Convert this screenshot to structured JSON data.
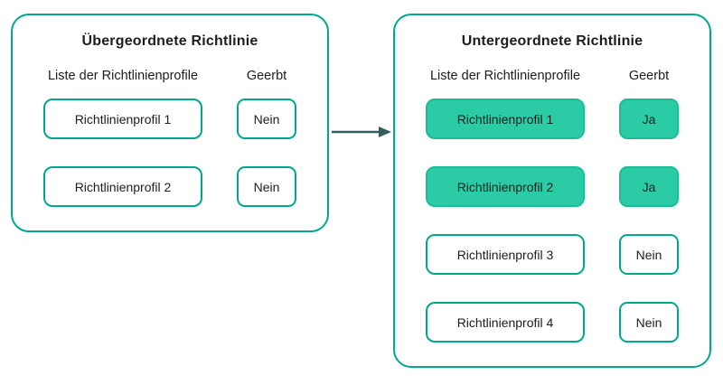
{
  "diagram": {
    "colors": {
      "outline_teal": "#00a88b",
      "fill_teal": "#2bcba6",
      "arrow_dark": "#315d5b",
      "text_dark": "#1d1d1b",
      "background": "#ffffff"
    },
    "arrow_icon_name": "right-arrow-icon",
    "panels": [
      {
        "title": "Übergeordnete Richtlinie",
        "columns": {
          "profiles": "Liste der Richtlinienprofile",
          "inherited": "Geerbt"
        },
        "rows": [
          {
            "profile": "Richtlinienprofil 1",
            "inherited": "Nein",
            "highlighted": false
          },
          {
            "profile": "Richtlinienprofil 2",
            "inherited": "Nein",
            "highlighted": false
          }
        ]
      },
      {
        "title": "Untergeordnete Richtlinie",
        "columns": {
          "profiles": "Liste der Richtlinienprofile",
          "inherited": "Geerbt"
        },
        "rows": [
          {
            "profile": "Richtlinienprofil 1",
            "inherited": "Ja",
            "highlighted": true
          },
          {
            "profile": "Richtlinienprofil 2",
            "inherited": "Ja",
            "highlighted": true
          },
          {
            "profile": "Richtlinienprofil 3",
            "inherited": "Nein",
            "highlighted": false
          },
          {
            "profile": "Richtlinienprofil 4",
            "inherited": "Nein",
            "highlighted": false
          }
        ]
      }
    ]
  }
}
